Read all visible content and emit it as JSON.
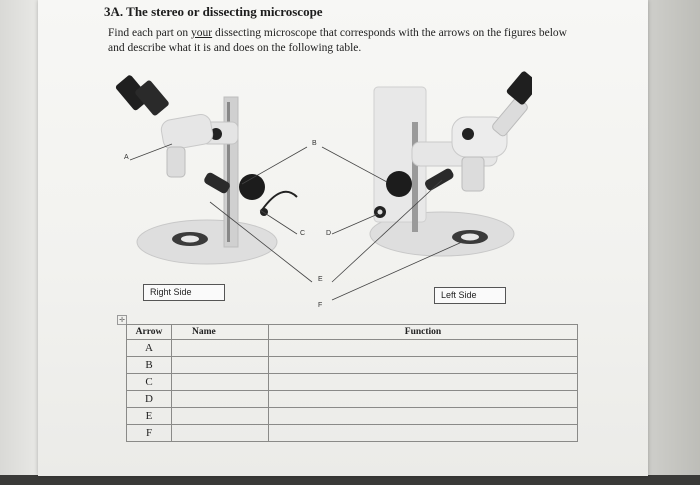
{
  "document": {
    "heading": "3A. The stereo or dissecting microscope",
    "instructions_before": "Find each part on ",
    "instructions_underlined": "your",
    "instructions_after": " dissecting microscope that corresponds with the arrows on the figures below and describe what it is and does on the following table."
  },
  "figure": {
    "right_label": "Right Side",
    "left_label": "Left Side",
    "arrow_letters": [
      "A",
      "B",
      "C",
      "D",
      "E",
      "F"
    ]
  },
  "table": {
    "headers": {
      "arrow": "Arrow",
      "name": "Name",
      "function": "Function"
    },
    "rows": [
      {
        "arrow": "A",
        "name": "",
        "function": ""
      },
      {
        "arrow": "B",
        "name": "",
        "function": ""
      },
      {
        "arrow": "C",
        "name": "",
        "function": ""
      },
      {
        "arrow": "D",
        "name": "",
        "function": ""
      },
      {
        "arrow": "E",
        "name": "",
        "function": ""
      },
      {
        "arrow": "F",
        "name": "",
        "function": ""
      }
    ]
  },
  "colors": {
    "paper": "#f4f4f1",
    "ink": "#1d1d1d",
    "table_line": "#8a8a88",
    "desk": "#6f6f6c"
  }
}
